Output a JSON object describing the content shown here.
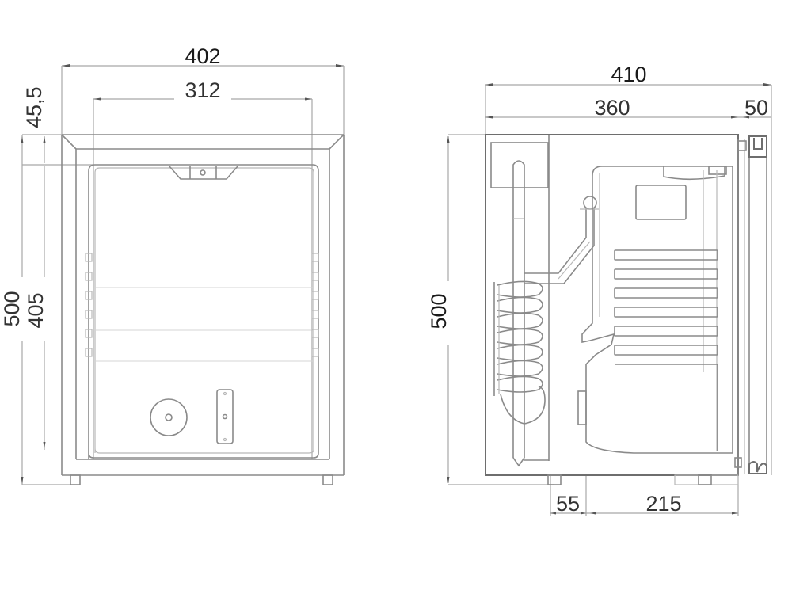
{
  "drawing": {
    "type": "technical-dimension-drawing",
    "subject": "minibar refrigerator front and side views",
    "units": "mm",
    "line_color": "#8a8a8a",
    "text_color": "#333333"
  },
  "front_view": {
    "dimensions": {
      "overall_width": "402",
      "inner_width": "312",
      "top_offset": "45,5",
      "overall_height": "500",
      "inner_height": "405"
    },
    "features": [
      "door-handle-recess",
      "door-shelf-rails",
      "thermostat-dial",
      "lock-plate",
      "feet"
    ]
  },
  "side_view": {
    "dimensions": {
      "overall_depth": "410",
      "cabinet_depth": "360",
      "door_depth": "50",
      "overall_height": "500",
      "rear_offset": "55",
      "foot_spacing": "215"
    },
    "features": [
      "absorption-unit",
      "condenser-coil",
      "boiler-tube",
      "cooling-box",
      "interior-shelves",
      "door-hinges"
    ]
  }
}
